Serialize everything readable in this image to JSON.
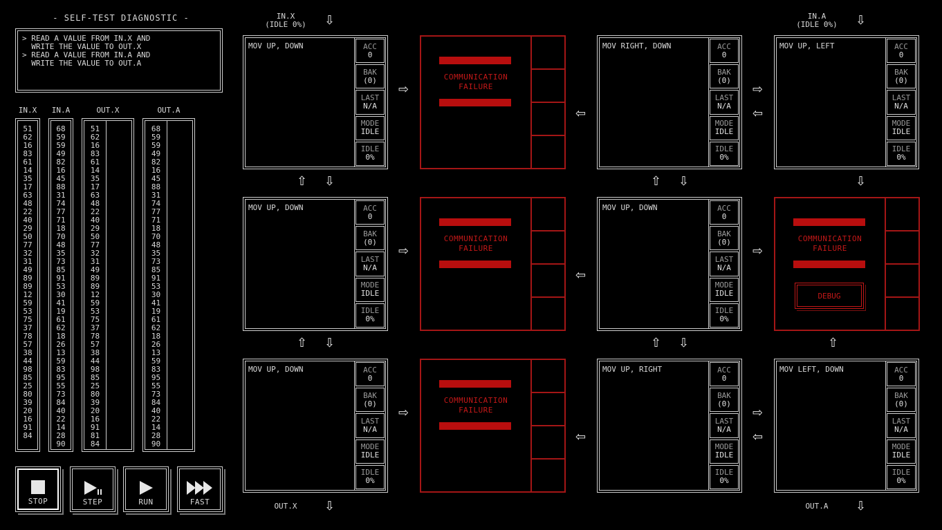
{
  "diagnostic": {
    "title": "- SELF-TEST DIAGNOSTIC -",
    "lines": [
      "> READ A VALUE FROM IN.X AND",
      "  WRITE THE VALUE TO OUT.X",
      "> READ A VALUE FROM IN.A AND",
      "  WRITE THE VALUE TO OUT.A"
    ]
  },
  "columns": {
    "in_x": {
      "header": "IN.X",
      "values": [
        "51",
        "62",
        "16",
        "83",
        "61",
        "14",
        "35",
        "17",
        "63",
        "48",
        "22",
        "40",
        "29",
        "50",
        "77",
        "32",
        "31",
        "49",
        "89",
        "89",
        "12",
        "59",
        "53",
        "75",
        "37",
        "78",
        "57",
        "38",
        "44",
        "98",
        "85",
        "25",
        "80",
        "39",
        "20",
        "16",
        "91",
        "84"
      ]
    },
    "in_a": {
      "header": "IN.A",
      "values": [
        "68",
        "59",
        "59",
        "49",
        "82",
        "16",
        "45",
        "88",
        "31",
        "74",
        "77",
        "71",
        "18",
        "70",
        "48",
        "35",
        "73",
        "85",
        "91",
        "53",
        "30",
        "41",
        "19",
        "61",
        "62",
        "18",
        "26",
        "13",
        "59",
        "83",
        "95",
        "55",
        "73",
        "84",
        "40",
        "22",
        "14",
        "28",
        "90"
      ]
    },
    "out_x": {
      "header": "OUT.X",
      "values": [
        "51",
        "62",
        "16",
        "83",
        "61",
        "14",
        "35",
        "17",
        "63",
        "48",
        "22",
        "40",
        "29",
        "50",
        "77",
        "32",
        "31",
        "49",
        "89",
        "89",
        "12",
        "59",
        "53",
        "75",
        "37",
        "78",
        "57",
        "38",
        "44",
        "98",
        "85",
        "25",
        "80",
        "39",
        "20",
        "16",
        "91",
        "81",
        "84"
      ]
    },
    "out_a": {
      "header": "OUT.A",
      "values": [
        "68",
        "59",
        "59",
        "49",
        "82",
        "16",
        "45",
        "88",
        "31",
        "74",
        "77",
        "71",
        "18",
        "70",
        "48",
        "35",
        "73",
        "85",
        "91",
        "53",
        "30",
        "41",
        "19",
        "61",
        "62",
        "18",
        "26",
        "13",
        "59",
        "83",
        "95",
        "55",
        "73",
        "84",
        "40",
        "22",
        "14",
        "28",
        "90"
      ]
    }
  },
  "controls": {
    "stop": "STOP",
    "step": "STEP",
    "run": "RUN",
    "fast": "FAST"
  },
  "ports": {
    "in_x": "IN.X",
    "in_x_status": "(IDLE 0%)",
    "in_a": "IN.A",
    "in_a_status": "(IDLE 0%)",
    "out_x": "OUT.X",
    "out_a": "OUT.A"
  },
  "registers": {
    "acc": "ACC",
    "bak": "BAK",
    "last": "LAST",
    "mode": "MODE",
    "idle": "IDLE"
  },
  "nodes": [
    {
      "code": "MOV UP, DOWN",
      "acc": "0",
      "bak": "(0)",
      "last": "N/A",
      "mode": "IDLE",
      "idle": "0%"
    },
    {
      "code": "MOV RIGHT, DOWN",
      "acc": "0",
      "bak": "(0)",
      "last": "N/A",
      "mode": "IDLE",
      "idle": "0%"
    },
    {
      "code": "MOV UP, LEFT",
      "acc": "0",
      "bak": "(0)",
      "last": "N/A",
      "mode": "IDLE",
      "idle": "0%"
    },
    {
      "code": "MOV UP, DOWN",
      "acc": "0",
      "bak": "(0)",
      "last": "N/A",
      "mode": "IDLE",
      "idle": "0%"
    },
    {
      "code": "MOV UP, DOWN",
      "acc": "0",
      "bak": "(0)",
      "last": "N/A",
      "mode": "IDLE",
      "idle": "0%"
    },
    {
      "code": "MOV UP, DOWN",
      "acc": "0",
      "bak": "(0)",
      "last": "N/A",
      "mode": "IDLE",
      "idle": "0%"
    },
    {
      "code": "MOV UP, RIGHT",
      "acc": "0",
      "bak": "(0)",
      "last": "N/A",
      "mode": "IDLE",
      "idle": "0%"
    },
    {
      "code": "MOV LEFT, DOWN",
      "acc": "0",
      "bak": "(0)",
      "last": "N/A",
      "mode": "IDLE",
      "idle": "0%"
    }
  ],
  "failure": {
    "line1": "COMMUNICATION",
    "line2": "FAILURE",
    "debug": "DEBUG"
  },
  "colors": {
    "failure_red": "#b80e0e",
    "frame": "#cfcfcf"
  }
}
